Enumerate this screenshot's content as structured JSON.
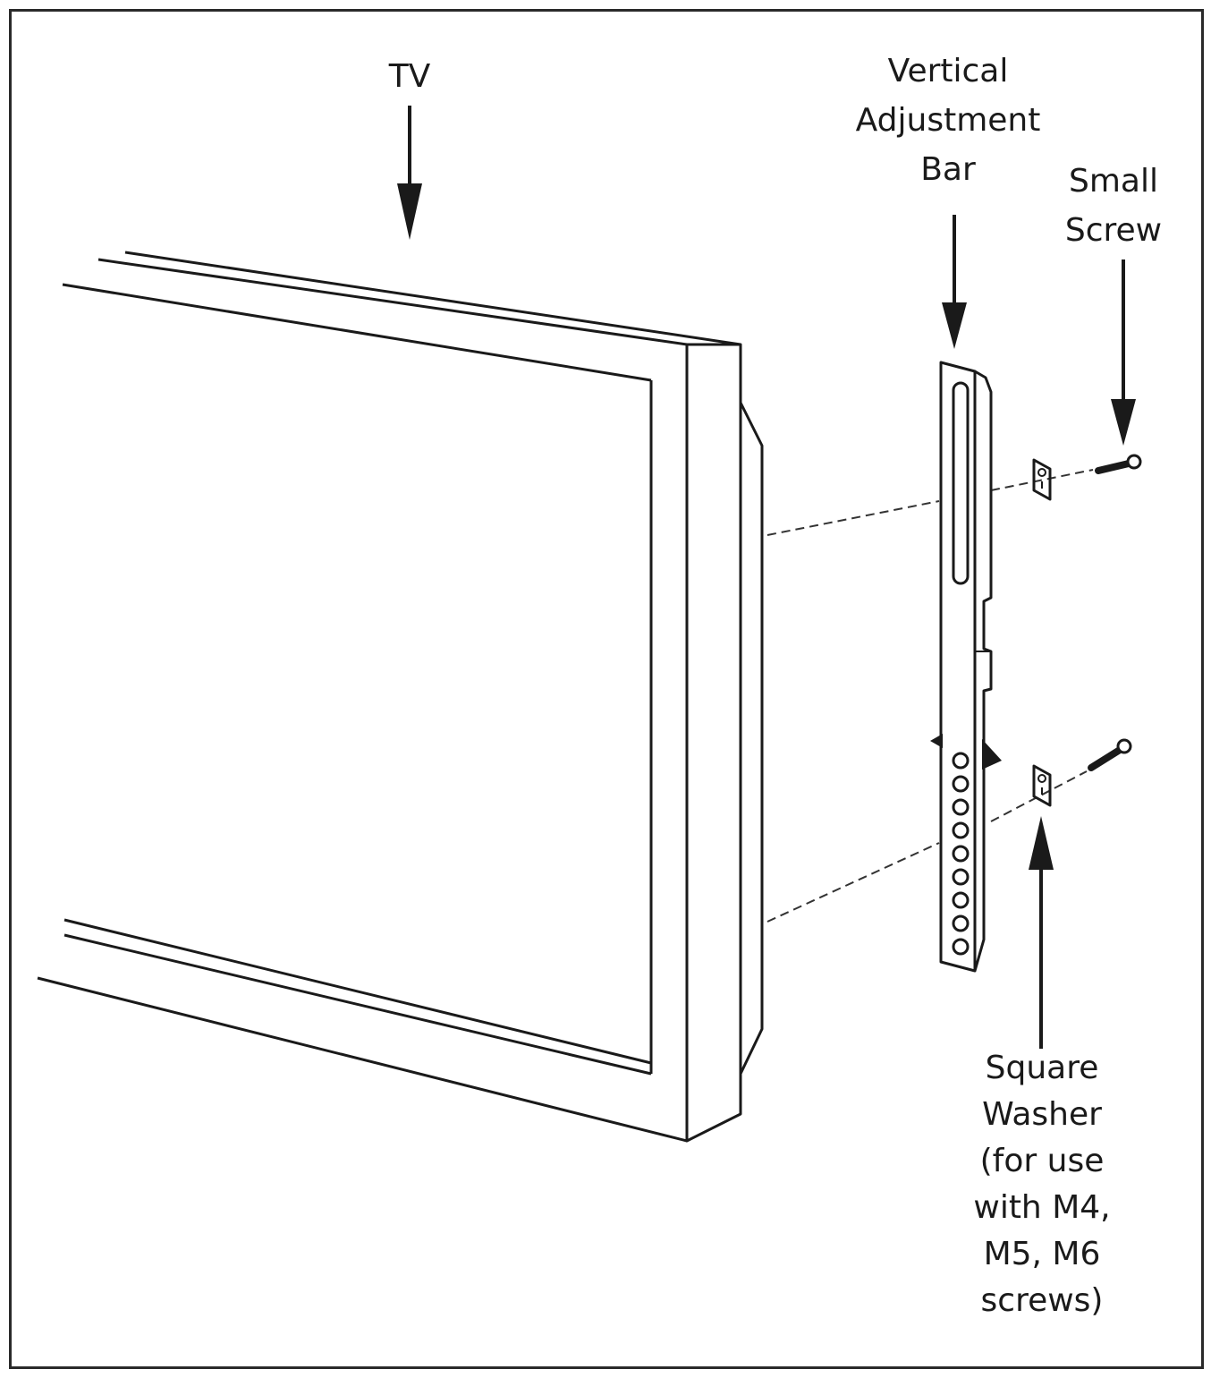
{
  "labels": {
    "tv": "TV",
    "vertical_bar": [
      "Vertical",
      "Adjustment",
      "Bar"
    ],
    "small_screw": [
      "Small",
      "Screw"
    ],
    "square_washer": [
      "Square",
      "Washer",
      "(for use",
      "with M4,",
      "M5, M6",
      "screws)"
    ]
  },
  "colors": {
    "ink": "#1a1a1a",
    "background": "#ffffff"
  }
}
